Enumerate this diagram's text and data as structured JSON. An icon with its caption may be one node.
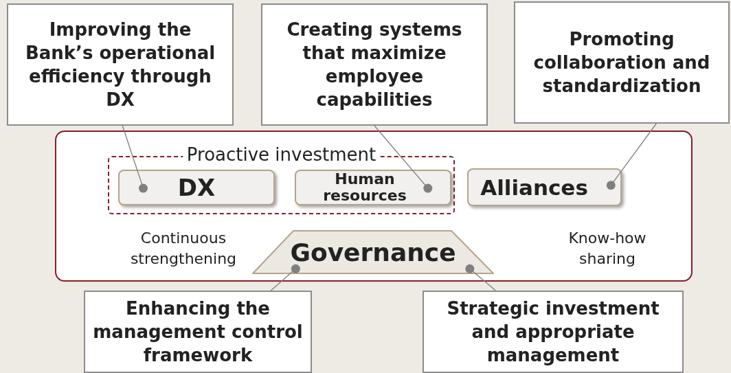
{
  "diagram": {
    "nodes": [
      {
        "text": [
          "Improving the Bank’s operational efficiency through DX"
        ]
      },
      {
        "text": [
          "Creating systems that maximize employee capabilities"
        ]
      },
      {
        "text": [
          "Promoting collaboration and standardization"
        ]
      },
      {
        "text": [
          "Continuous strengthening",
          "Know-how sharing"
        ]
      },
      {
        "text": [
          "Proactive investment"
        ],
        "in": 3
      },
      {
        "text": [
          "DX"
        ],
        "in": 4
      },
      {
        "text": [
          "Human resources"
        ],
        "in": 4
      },
      {
        "text": [
          "Alliances"
        ],
        "in": 3
      },
      {
        "text": [
          "Governance"
        ],
        "in": 3
      },
      {
        "text": [
          "Enhancing the management control framework"
        ]
      },
      {
        "text": [
          "Strategic investment and appropriate management"
        ]
      }
    ],
    "edges": [
      {
        "from": 0,
        "to": 5,
        "arrow": "other"
      },
      {
        "from": 1,
        "to": 6,
        "arrow": "other"
      },
      {
        "from": 2,
        "to": 7,
        "arrow": "other"
      },
      {
        "from": 9,
        "to": 8,
        "arrow": "other"
      },
      {
        "from": 10,
        "to": 8,
        "arrow": "other"
      }
    ]
  }
}
